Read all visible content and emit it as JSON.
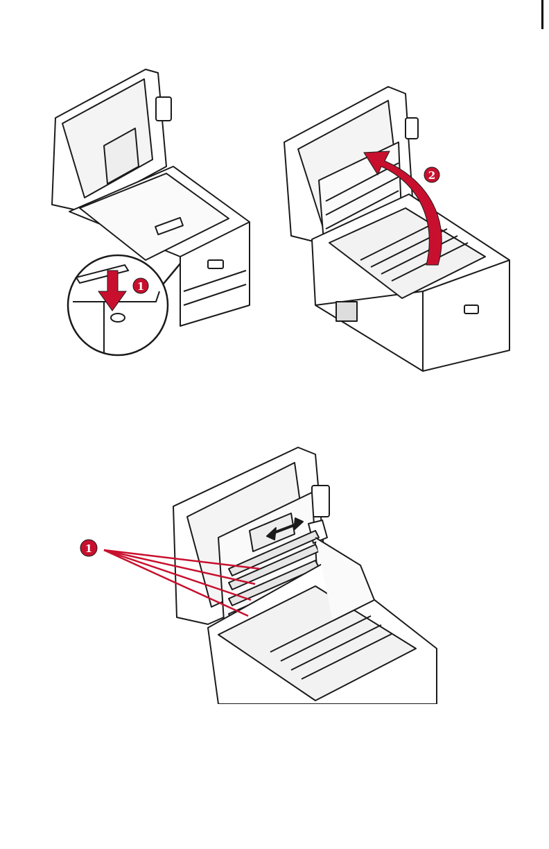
{
  "colors": {
    "accent_red": "#c8102e",
    "line": "#1a1a1a",
    "fill": "#ffffff"
  },
  "figures": [
    {
      "id": "figure-press-release-button",
      "callout": "1",
      "depicts": "printer-press-button-icon"
    },
    {
      "id": "figure-raise-scanner-cover",
      "callout": "2",
      "depicts": "printer-open-cover-icon"
    },
    {
      "id": "figure-led-heads",
      "callout": "1",
      "depicts": "printer-led-heads-icon"
    }
  ]
}
